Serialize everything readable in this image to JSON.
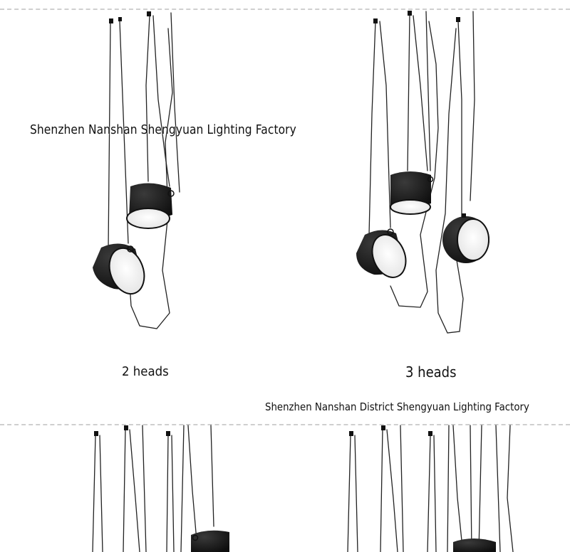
{
  "watermark_top": "Shenzhen Nanshan Shengyuan Lighting Factory",
  "watermark_bottom": "Shenzhen Nanshan District Shengyuan Lighting Factory",
  "captions": {
    "two_heads": "2 heads",
    "three_heads": "3 heads"
  },
  "colors": {
    "background": "#ffffff",
    "lamp_body": "#1b1b1b",
    "lamp_diffuser": "#f7f7f7",
    "divider": "#cfcfcf"
  }
}
